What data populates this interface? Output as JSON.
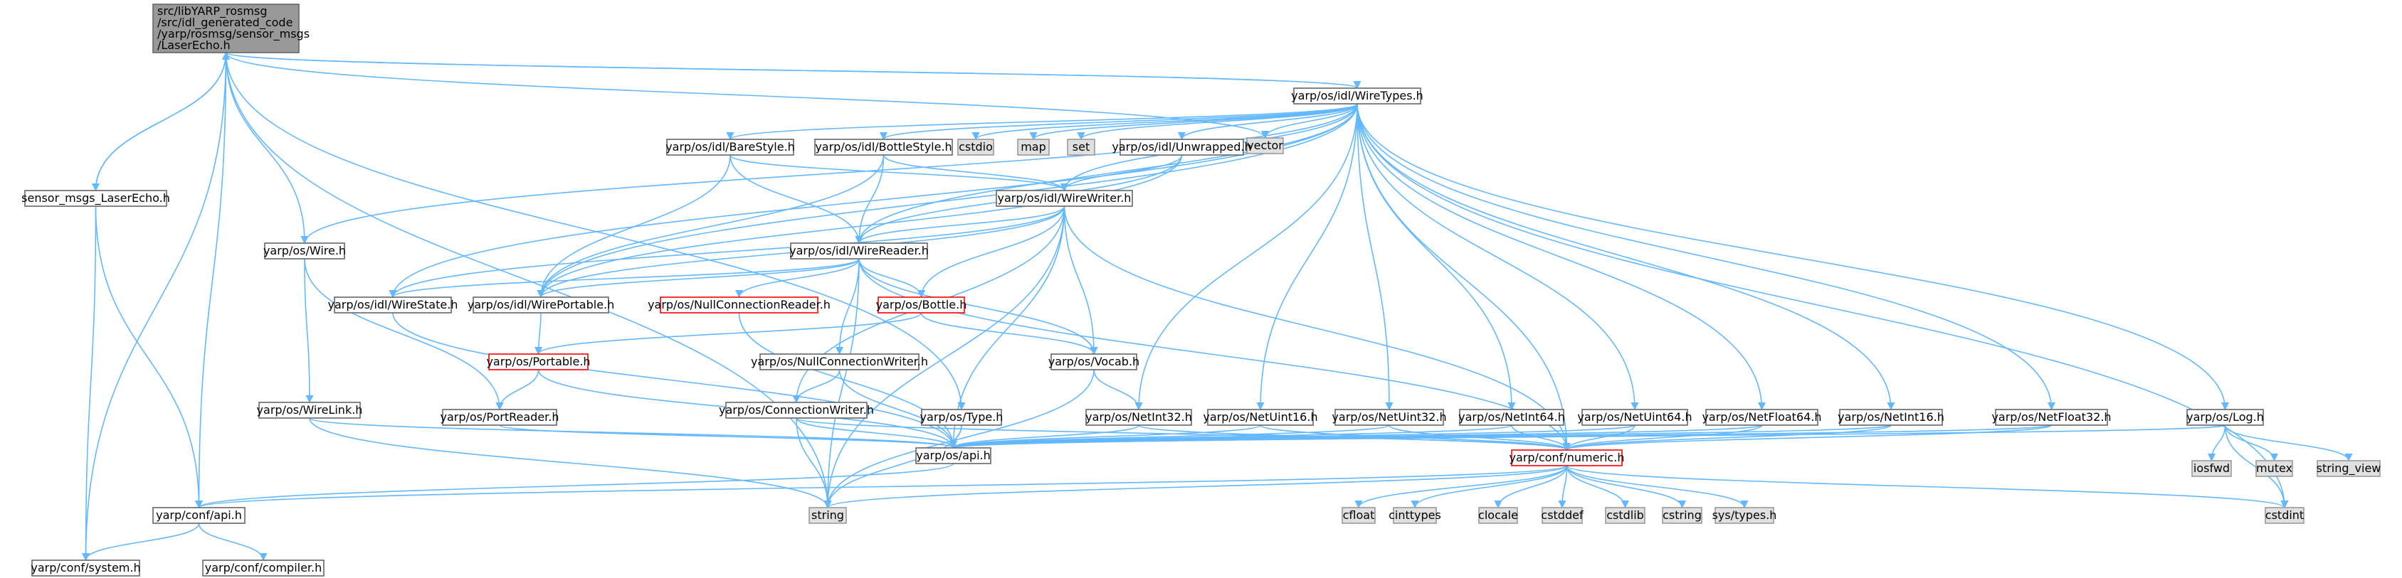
{
  "colors": {
    "edge": "#63b8ff",
    "node_border": "#666666",
    "node_fill": "#ffffff",
    "focus_fill": "#999999",
    "system_fill": "#e0e0e0",
    "system_border": "#999999",
    "missing_border": "#ff0000"
  },
  "nodes": [
    {
      "id": "laserecho_h",
      "lines": [
        "src/libYARP_rosmsg",
        "/src/idl_generated_code",
        "/yarp/rosmsg/sensor_msgs",
        "/LaserEcho.h"
      ],
      "kind": "focus"
    },
    {
      "id": "wiretypes",
      "lines": [
        "yarp/os/idl/WireTypes.h"
      ],
      "kind": "normal"
    },
    {
      "id": "vector",
      "lines": [
        "vector"
      ],
      "kind": "system"
    },
    {
      "id": "sensor_msgs_laserecho",
      "lines": [
        "sensor_msgs_LaserEcho.h"
      ],
      "kind": "normal"
    },
    {
      "id": "barestyle",
      "lines": [
        "yarp/os/idl/BareStyle.h"
      ],
      "kind": "normal"
    },
    {
      "id": "bottlestyle",
      "lines": [
        "yarp/os/idl/BottleStyle.h"
      ],
      "kind": "normal"
    },
    {
      "id": "cstdio",
      "lines": [
        "cstdio"
      ],
      "kind": "system"
    },
    {
      "id": "map",
      "lines": [
        "map"
      ],
      "kind": "system"
    },
    {
      "id": "set",
      "lines": [
        "set"
      ],
      "kind": "system"
    },
    {
      "id": "unwrapped",
      "lines": [
        "yarp/os/idl/Unwrapped.h"
      ],
      "kind": "normal"
    },
    {
      "id": "wirewriter",
      "lines": [
        "yarp/os/idl/WireWriter.h"
      ],
      "kind": "normal"
    },
    {
      "id": "wire",
      "lines": [
        "yarp/os/Wire.h"
      ],
      "kind": "normal"
    },
    {
      "id": "wirereader",
      "lines": [
        "yarp/os/idl/WireReader.h"
      ],
      "kind": "normal"
    },
    {
      "id": "wirestate",
      "lines": [
        "yarp/os/idl/WireState.h"
      ],
      "kind": "normal"
    },
    {
      "id": "wireportable",
      "lines": [
        "yarp/os/idl/WirePortable.h"
      ],
      "kind": "normal"
    },
    {
      "id": "nullconnreader",
      "lines": [
        "yarp/os/NullConnectionReader.h"
      ],
      "kind": "missing"
    },
    {
      "id": "bottle",
      "lines": [
        "yarp/os/Bottle.h"
      ],
      "kind": "missing"
    },
    {
      "id": "portable",
      "lines": [
        "yarp/os/Portable.h"
      ],
      "kind": "missing"
    },
    {
      "id": "nullconnwriter",
      "lines": [
        "yarp/os/NullConnectionWriter.h"
      ],
      "kind": "normal"
    },
    {
      "id": "vocab",
      "lines": [
        "yarp/os/Vocab.h"
      ],
      "kind": "normal"
    },
    {
      "id": "wirelink",
      "lines": [
        "yarp/os/WireLink.h"
      ],
      "kind": "normal"
    },
    {
      "id": "portreader",
      "lines": [
        "yarp/os/PortReader.h"
      ],
      "kind": "normal"
    },
    {
      "id": "connwriter",
      "lines": [
        "yarp/os/ConnectionWriter.h"
      ],
      "kind": "normal"
    },
    {
      "id": "type",
      "lines": [
        "yarp/os/Type.h"
      ],
      "kind": "normal"
    },
    {
      "id": "netint32",
      "lines": [
        "yarp/os/NetInt32.h"
      ],
      "kind": "normal"
    },
    {
      "id": "netuint16",
      "lines": [
        "yarp/os/NetUint16.h"
      ],
      "kind": "normal"
    },
    {
      "id": "netuint32",
      "lines": [
        "yarp/os/NetUint32.h"
      ],
      "kind": "normal"
    },
    {
      "id": "netint64",
      "lines": [
        "yarp/os/NetInt64.h"
      ],
      "kind": "normal"
    },
    {
      "id": "netuint64",
      "lines": [
        "yarp/os/NetUint64.h"
      ],
      "kind": "normal"
    },
    {
      "id": "netfloat64",
      "lines": [
        "yarp/os/NetFloat64.h"
      ],
      "kind": "normal"
    },
    {
      "id": "netint16",
      "lines": [
        "yarp/os/NetInt16.h"
      ],
      "kind": "normal"
    },
    {
      "id": "netfloat32",
      "lines": [
        "yarp/os/NetFloat32.h"
      ],
      "kind": "normal"
    },
    {
      "id": "log",
      "lines": [
        "yarp/os/Log.h"
      ],
      "kind": "normal"
    },
    {
      "id": "os_api",
      "lines": [
        "yarp/os/api.h"
      ],
      "kind": "normal"
    },
    {
      "id": "numeric",
      "lines": [
        "yarp/conf/numeric.h"
      ],
      "kind": "missing"
    },
    {
      "id": "iosfwd",
      "lines": [
        "iosfwd"
      ],
      "kind": "system"
    },
    {
      "id": "mutex",
      "lines": [
        "mutex"
      ],
      "kind": "system"
    },
    {
      "id": "string_view",
      "lines": [
        "string_view"
      ],
      "kind": "system"
    },
    {
      "id": "conf_api",
      "lines": [
        "yarp/conf/api.h"
      ],
      "kind": "normal"
    },
    {
      "id": "string",
      "lines": [
        "string"
      ],
      "kind": "system"
    },
    {
      "id": "cfloat",
      "lines": [
        "cfloat"
      ],
      "kind": "system"
    },
    {
      "id": "cinttypes",
      "lines": [
        "cinttypes"
      ],
      "kind": "system"
    },
    {
      "id": "clocale",
      "lines": [
        "clocale"
      ],
      "kind": "system"
    },
    {
      "id": "cstddef",
      "lines": [
        "cstddef"
      ],
      "kind": "system"
    },
    {
      "id": "cstdlib",
      "lines": [
        "cstdlib"
      ],
      "kind": "system"
    },
    {
      "id": "cstring",
      "lines": [
        "cstring"
      ],
      "kind": "system"
    },
    {
      "id": "systypes",
      "lines": [
        "sys/types.h"
      ],
      "kind": "system"
    },
    {
      "id": "cstdint",
      "lines": [
        "cstdint"
      ],
      "kind": "system"
    },
    {
      "id": "system_h",
      "lines": [
        "yarp/conf/system.h"
      ],
      "kind": "normal"
    },
    {
      "id": "compiler_h",
      "lines": [
        "yarp/conf/compiler.h"
      ],
      "kind": "normal"
    }
  ],
  "edges": [
    [
      "laserecho_h",
      "wiretypes"
    ],
    [
      "laserecho_h",
      "vector"
    ],
    [
      "laserecho_h",
      "sensor_msgs_laserecho"
    ],
    [
      "laserecho_h",
      "wire"
    ],
    [
      "laserecho_h",
      "conf_api"
    ],
    [
      "laserecho_h",
      "string"
    ],
    [
      "laserecho_h",
      "system_h"
    ],
    [
      "laserecho_h",
      "type"
    ],
    [
      "sensor_msgs_laserecho",
      "laserecho_h"
    ],
    [
      "sensor_msgs_laserecho",
      "conf_api"
    ],
    [
      "sensor_msgs_laserecho",
      "system_h"
    ],
    [
      "wiretypes",
      "barestyle"
    ],
    [
      "wiretypes",
      "bottlestyle"
    ],
    [
      "wiretypes",
      "cstdio"
    ],
    [
      "wiretypes",
      "map"
    ],
    [
      "wiretypes",
      "set"
    ],
    [
      "wiretypes",
      "unwrapped"
    ],
    [
      "wiretypes",
      "vector"
    ],
    [
      "wiretypes",
      "wirewriter"
    ],
    [
      "wiretypes",
      "wirereader"
    ],
    [
      "wiretypes",
      "wirestate"
    ],
    [
      "wiretypes",
      "wireportable"
    ],
    [
      "wiretypes",
      "netint32"
    ],
    [
      "wiretypes",
      "netuint16"
    ],
    [
      "wiretypes",
      "netuint32"
    ],
    [
      "wiretypes",
      "netint64"
    ],
    [
      "wiretypes",
      "netuint64"
    ],
    [
      "wiretypes",
      "netfloat64"
    ],
    [
      "wiretypes",
      "netint16"
    ],
    [
      "wiretypes",
      "netfloat32"
    ],
    [
      "wiretypes",
      "log"
    ],
    [
      "wiretypes",
      "cstdint"
    ],
    [
      "wiretypes",
      "numeric"
    ],
    [
      "wiretypes",
      "wire"
    ],
    [
      "wiretypes",
      "laserecho_h"
    ],
    [
      "barestyle",
      "wirewriter"
    ],
    [
      "barestyle",
      "wirereader"
    ],
    [
      "barestyle",
      "wireportable"
    ],
    [
      "bottlestyle",
      "wirewriter"
    ],
    [
      "bottlestyle",
      "wirereader"
    ],
    [
      "bottlestyle",
      "wireportable"
    ],
    [
      "unwrapped",
      "wirewriter"
    ],
    [
      "unwrapped",
      "wirereader"
    ],
    [
      "unwrapped",
      "wireportable"
    ],
    [
      "wirewriter",
      "wirereader"
    ],
    [
      "wirewriter",
      "wirestate"
    ],
    [
      "wirewriter",
      "wireportable"
    ],
    [
      "wirewriter",
      "bottle"
    ],
    [
      "wirewriter",
      "vocab"
    ],
    [
      "wirewriter",
      "connwriter"
    ],
    [
      "wirewriter",
      "os_api"
    ],
    [
      "wirewriter",
      "string"
    ],
    [
      "wirewriter",
      "numeric"
    ],
    [
      "wirereader",
      "wirestate"
    ],
    [
      "wirereader",
      "wireportable"
    ],
    [
      "wirereader",
      "nullconnreader"
    ],
    [
      "wirereader",
      "bottle"
    ],
    [
      "wirereader",
      "nullconnwriter"
    ],
    [
      "wirereader",
      "vocab"
    ],
    [
      "wirereader",
      "string"
    ],
    [
      "wirereader",
      "numeric"
    ],
    [
      "wire",
      "portreader"
    ],
    [
      "wire",
      "wirelink"
    ],
    [
      "wireportable",
      "portable"
    ],
    [
      "wirestate",
      "os_api"
    ],
    [
      "nullconnreader",
      "os_api"
    ],
    [
      "bottle",
      "portable"
    ],
    [
      "bottle",
      "vocab"
    ],
    [
      "portable",
      "portreader"
    ],
    [
      "portable",
      "os_api"
    ],
    [
      "nullconnwriter",
      "connwriter"
    ],
    [
      "nullconnwriter",
      "os_api"
    ],
    [
      "vocab",
      "netint32"
    ],
    [
      "vocab",
      "string"
    ],
    [
      "wirelink",
      "os_api"
    ],
    [
      "wirelink",
      "string"
    ],
    [
      "portreader",
      "os_api"
    ],
    [
      "connwriter",
      "os_api"
    ],
    [
      "connwriter",
      "string"
    ],
    [
      "connwriter",
      "numeric"
    ],
    [
      "type",
      "os_api"
    ],
    [
      "type",
      "string"
    ],
    [
      "netint32",
      "os_api"
    ],
    [
      "netint32",
      "numeric"
    ],
    [
      "netuint16",
      "os_api"
    ],
    [
      "netuint16",
      "numeric"
    ],
    [
      "netuint32",
      "os_api"
    ],
    [
      "netuint32",
      "numeric"
    ],
    [
      "netint64",
      "os_api"
    ],
    [
      "netint64",
      "numeric"
    ],
    [
      "netuint64",
      "os_api"
    ],
    [
      "netuint64",
      "numeric"
    ],
    [
      "netfloat64",
      "os_api"
    ],
    [
      "netfloat64",
      "numeric"
    ],
    [
      "netint16",
      "os_api"
    ],
    [
      "netint16",
      "numeric"
    ],
    [
      "netfloat32",
      "os_api"
    ],
    [
      "netfloat32",
      "numeric"
    ],
    [
      "log",
      "os_api"
    ],
    [
      "log",
      "iosfwd"
    ],
    [
      "log",
      "mutex"
    ],
    [
      "log",
      "string_view"
    ],
    [
      "log",
      "cstdint"
    ],
    [
      "os_api",
      "conf_api"
    ],
    [
      "numeric",
      "conf_api"
    ],
    [
      "numeric",
      "string"
    ],
    [
      "numeric",
      "cfloat"
    ],
    [
      "numeric",
      "cinttypes"
    ],
    [
      "numeric",
      "clocale"
    ],
    [
      "numeric",
      "cstddef"
    ],
    [
      "numeric",
      "cstdlib"
    ],
    [
      "numeric",
      "cstring"
    ],
    [
      "numeric",
      "systypes"
    ],
    [
      "numeric",
      "cstdint"
    ],
    [
      "conf_api",
      "system_h"
    ],
    [
      "conf_api",
      "compiler_h"
    ]
  ]
}
